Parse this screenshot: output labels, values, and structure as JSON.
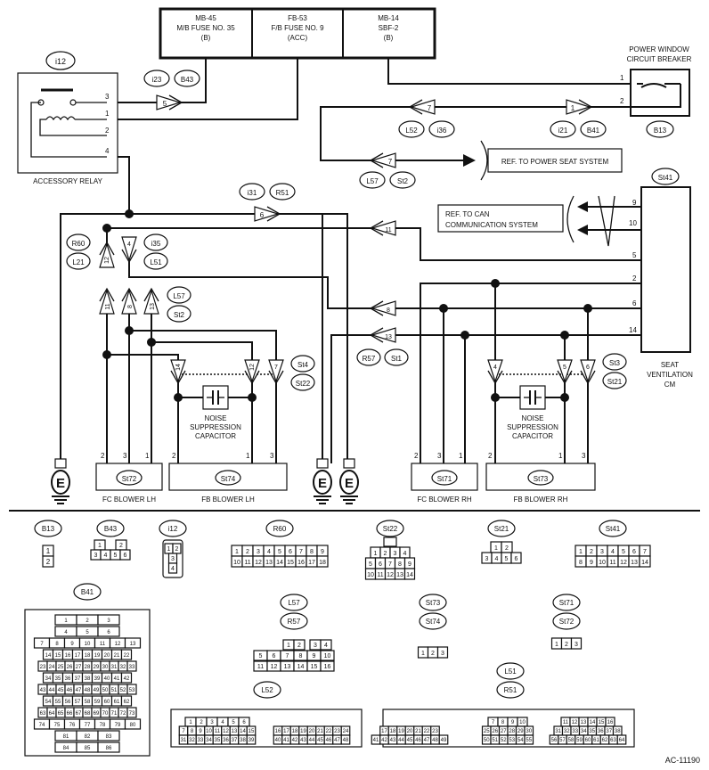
{
  "fuses": {
    "mb45": {
      "line1": "MB-45",
      "line2": "M/B FUSE NO. 35",
      "line3": "(B)"
    },
    "fb53": {
      "line1": "FB-53",
      "line2": "F/B FUSE NO. 9",
      "line3": "(ACC)"
    },
    "mb14": {
      "line1": "MB-14",
      "line2": "SBF-2",
      "line3": "(B)"
    }
  },
  "power_window_cb": {
    "line1": "POWER WINDOW",
    "line2": "CIRCUIT BREAKER",
    "conn": "B13",
    "pin1": "1",
    "pin2": "2"
  },
  "accessory_relay": {
    "label": "ACCESSORY RELAY",
    "conn": "i12",
    "pins": [
      "3",
      "1",
      "2",
      "4"
    ]
  },
  "refs": {
    "power_seat": "REF. TO POWER SEAT SYSTEM",
    "can_line1": "REF. TO CAN",
    "can_line2": "COMMUNICATION SYSTEM"
  },
  "connectors_top": {
    "i23": "i23",
    "b43": "B43",
    "pin5": "5",
    "l52": "L52",
    "i36": "i36",
    "pin7a": "7",
    "i21": "i21",
    "b41": "B41",
    "pin1": "1",
    "l57a": "L57",
    "st2a": "St2",
    "pin7b": "7"
  },
  "seat_cm": {
    "conn": "St41",
    "line1": "SEAT",
    "line2": "VENTILATION",
    "line3": "CM",
    "pins": [
      "9",
      "10",
      "5",
      "2",
      "6",
      "14"
    ]
  },
  "mid_connectors": {
    "i31": "i31",
    "r51": "R51",
    "pin6": "6",
    "r60": "R60",
    "l21": "L21",
    "i35": "i35",
    "l51": "L51",
    "l57": "L57",
    "st2": "St2",
    "st4": "St4",
    "st22": "St22",
    "r57": "R57",
    "st1": "St1",
    "st3": "St3",
    "st21": "St21",
    "pin12": "12",
    "pin4": "4",
    "pin11": "11",
    "pin8": "8",
    "pin13": "13",
    "pin14": "14",
    "pin12b": "12",
    "pin7": "7",
    "r11": "11",
    "r8": "8",
    "r13": "13",
    "r4": "4",
    "r5": "5",
    "r6": "6"
  },
  "blowers": {
    "fc_lh": {
      "name": "FC BLOWER LH",
      "conn": "St72",
      "pins": [
        "2",
        "3",
        "1"
      ]
    },
    "fb_lh": {
      "name": "FB BLOWER LH",
      "conn": "St74",
      "pins": [
        "2",
        "1",
        "3"
      ]
    },
    "fc_rh": {
      "name": "FC BLOWER RH",
      "conn": "St71",
      "pins": [
        "2",
        "3",
        "1"
      ]
    },
    "fb_rh": {
      "name": "FB BLOWER RH",
      "conn": "St73",
      "pins": [
        "2",
        "1",
        "3"
      ]
    }
  },
  "capacitor": {
    "line1": "NOISE",
    "line2": "SUPPRESSION",
    "line3": "CAPACITOR"
  },
  "ground_label": "E",
  "legend": {
    "b13": {
      "name": "B13",
      "rows": [
        [
          "1"
        ],
        [
          "2"
        ]
      ]
    },
    "b43": {
      "name": "B43",
      "rows": [
        [
          "1",
          "",
          "2"
        ],
        [
          "3",
          "4",
          "5",
          "6"
        ]
      ]
    },
    "i12": {
      "name": "i12",
      "rows": [
        [
          "1",
          "2"
        ],
        [
          "3"
        ],
        [
          "4"
        ]
      ]
    },
    "r60": {
      "name": "R60",
      "rows": [
        [
          "1",
          "2",
          "3",
          "4",
          "5",
          "6",
          "7",
          "8",
          "9"
        ],
        [
          "10",
          "11",
          "12",
          "13",
          "14",
          "15",
          "16",
          "17",
          "18"
        ]
      ]
    },
    "st22": {
      "name": "St22",
      "rows": [
        [
          "1",
          "2",
          "3",
          "4"
        ],
        [
          "5",
          "6",
          "7",
          "8",
          "9"
        ],
        [
          "10",
          "11",
          "12",
          "13",
          "14"
        ]
      ]
    },
    "st21": {
      "name": "St21",
      "rows": [
        [
          "1",
          "2"
        ],
        [
          "3",
          "4",
          "5",
          "6"
        ]
      ]
    },
    "st41": {
      "name": "St41",
      "rows": [
        [
          "1",
          "2",
          "3",
          "4",
          "5",
          "6",
          "7"
        ],
        [
          "8",
          "9",
          "10",
          "11",
          "12",
          "13",
          "14"
        ]
      ]
    },
    "b41": {
      "name": "B41",
      "rows": [
        [
          "1",
          "2",
          "3"
        ],
        [
          "4",
          "5",
          "6"
        ],
        [
          "7",
          "8",
          "9",
          "10",
          "11",
          "12",
          "13"
        ],
        [
          "14",
          "15",
          "16",
          "17",
          "18",
          "19",
          "20",
          "21",
          "22"
        ],
        [
          "23",
          "24",
          "25",
          "26",
          "27",
          "28",
          "29",
          "30",
          "31",
          "32",
          "33"
        ],
        [
          "34",
          "35",
          "36",
          "37",
          "38",
          "39",
          "40",
          "41",
          "42"
        ],
        [
          "43",
          "44",
          "45",
          "46",
          "47",
          "48",
          "49",
          "50",
          "51",
          "52",
          "53"
        ],
        [
          "54",
          "55",
          "56",
          "57",
          "58",
          "59",
          "60",
          "61",
          "62"
        ],
        [
          "63",
          "64",
          "65",
          "66",
          "67",
          "68",
          "69",
          "70",
          "71",
          "72",
          "73"
        ],
        [
          "74",
          "75",
          "76",
          "77",
          "78",
          "79",
          "80"
        ],
        [
          "81",
          "82",
          "83"
        ],
        [
          "84",
          "85",
          "86"
        ]
      ]
    },
    "l57r57": {
      "name1": "L57",
      "name2": "R57",
      "rows": [
        [
          "1",
          "2",
          "3",
          "4"
        ],
        [
          "5",
          "6",
          "7",
          "8",
          "9",
          "10"
        ],
        [
          "11",
          "12",
          "13",
          "14",
          "15",
          "16"
        ]
      ]
    },
    "st73st74": {
      "name1": "St73",
      "name2": "St74",
      "rows": [
        [
          "1",
          "2",
          "3"
        ]
      ]
    },
    "st71st72": {
      "name1": "St71",
      "name2": "St72",
      "rows": [
        [
          "1",
          "2",
          "3"
        ]
      ]
    },
    "l52": {
      "name": "L52",
      "rows": [
        [
          "1",
          "2",
          "3",
          "4",
          "5",
          "6",
          "7",
          "8",
          "9",
          "10",
          "11",
          "12",
          "13",
          "14",
          "15",
          "16",
          "17",
          "18",
          "19",
          "20",
          "21",
          "22",
          "23",
          "24",
          "25",
          "26",
          "27",
          "28",
          "29",
          "30"
        ],
        [
          "31",
          "32",
          "33",
          "34",
          "35",
          "36",
          "37",
          "38",
          "39"
        ],
        [
          "40",
          "41",
          "42",
          "43",
          "44",
          "45",
          "46",
          "47",
          "48"
        ]
      ]
    },
    "l51r51": {
      "name1": "L51",
      "name2": "R51",
      "rows": [
        [
          "1",
          "2",
          "3",
          "4",
          "5",
          "6",
          "7",
          "8",
          "9",
          "10",
          "11",
          "12",
          "13",
          "14",
          "15",
          "16",
          "17",
          "18",
          "19",
          "20",
          "21",
          "22",
          "23",
          "24",
          "25",
          "26",
          "27",
          "28",
          "29",
          "30",
          "31",
          "32",
          "33",
          "34",
          "35",
          "36",
          "37",
          "38",
          "39",
          "40"
        ],
        [
          "41",
          "42",
          "43",
          "44",
          "45",
          "46",
          "47",
          "48",
          "49",
          "50",
          "51",
          "52",
          "53",
          "54",
          "55",
          "56",
          "57",
          "58",
          "59",
          "60",
          "61",
          "62",
          "63",
          "64"
        ]
      ]
    }
  },
  "figure_id": "AC-11190"
}
